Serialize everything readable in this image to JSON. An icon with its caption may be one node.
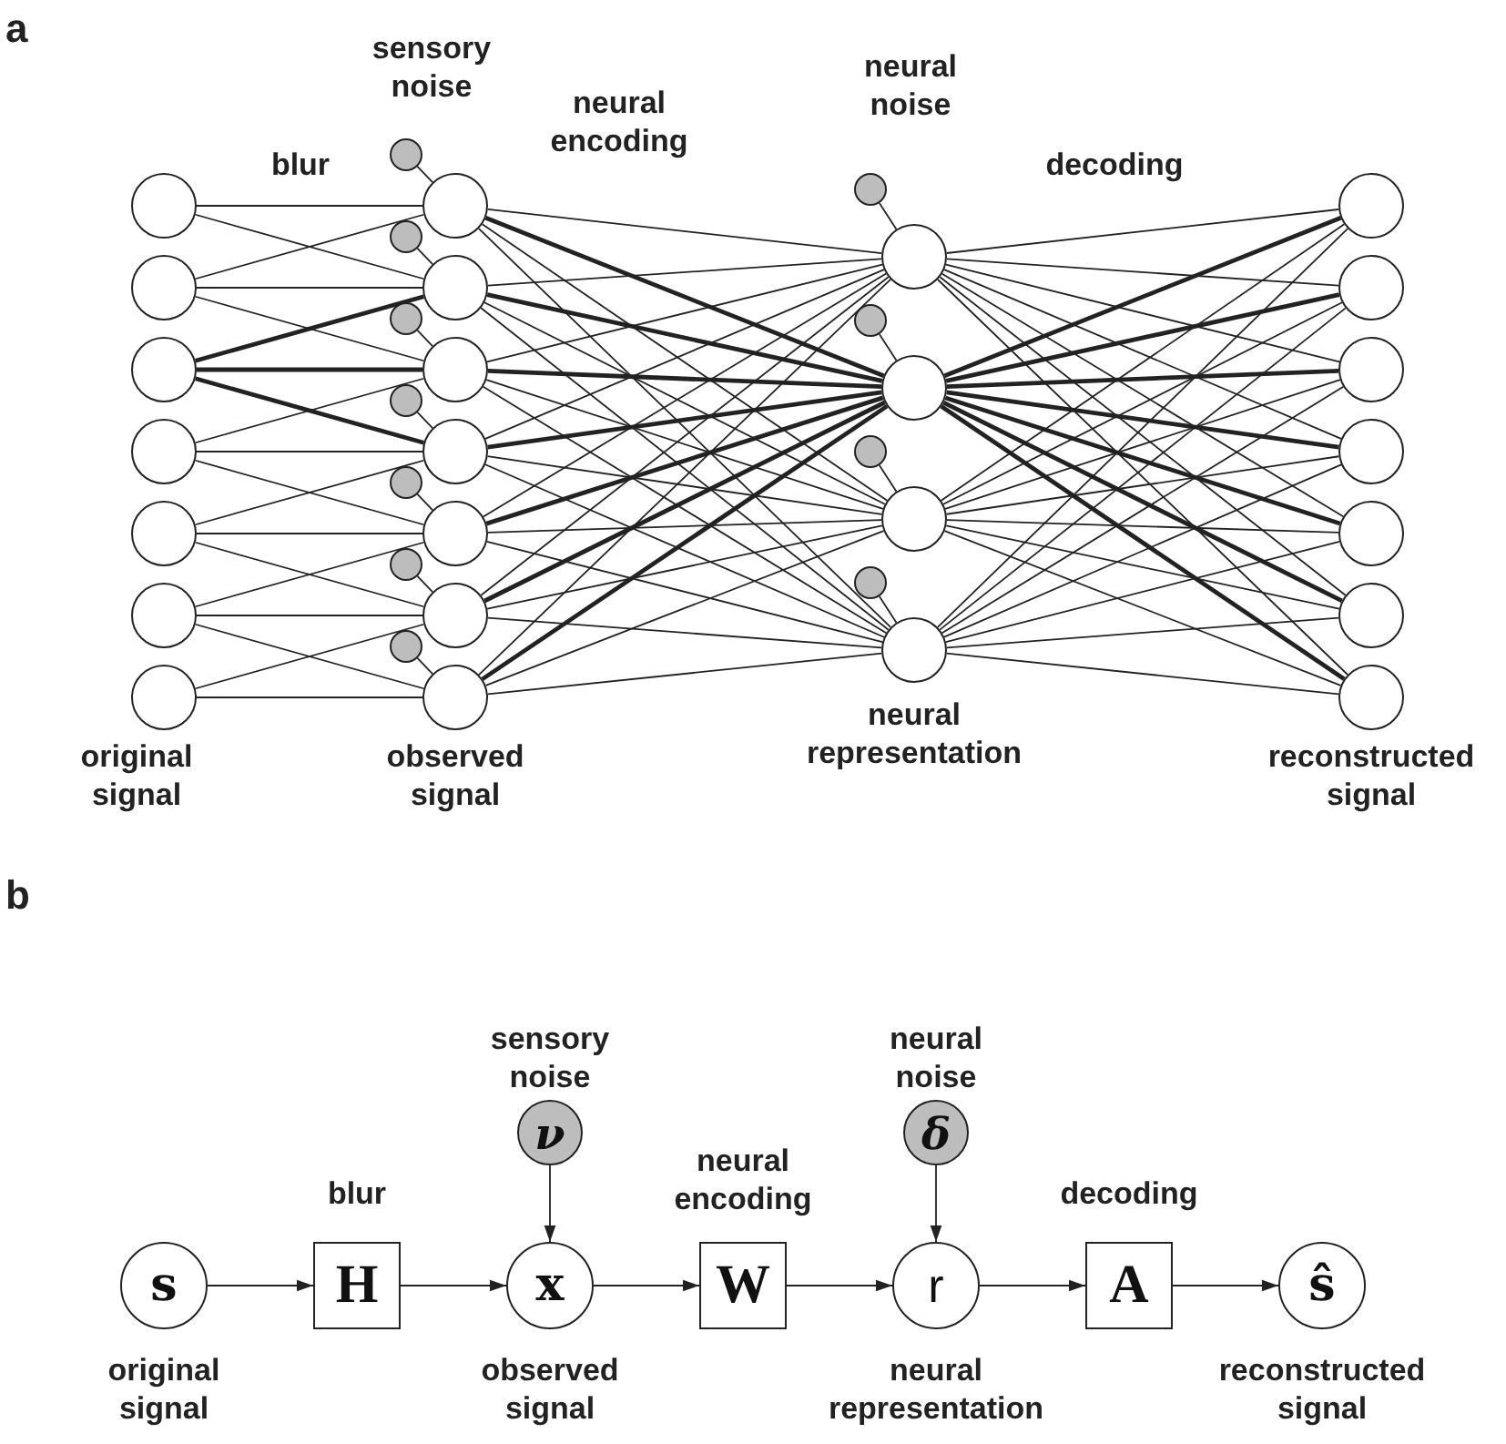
{
  "diagram": {
    "nodes": [
      {
        "text": [],
        "shape": "circle"
      },
      {
        "text": [],
        "shape": "circle"
      },
      {
        "text": [],
        "shape": "circle"
      },
      {
        "text": [],
        "shape": "circle"
      },
      {
        "text": [],
        "shape": "circle"
      },
      {
        "text": [],
        "shape": "circle"
      },
      {
        "text": [],
        "shape": "circle"
      },
      {
        "text": [],
        "shape": "circle"
      },
      {
        "text": [],
        "shape": "circle"
      },
      {
        "text": [],
        "shape": "circle"
      },
      {
        "text": [],
        "shape": "circle"
      },
      {
        "text": [],
        "shape": "circle"
      },
      {
        "text": [],
        "shape": "circle"
      },
      {
        "text": [],
        "shape": "circle"
      },
      {
        "text": [],
        "shape": "circle"
      },
      {
        "text": [],
        "shape": "circle"
      },
      {
        "text": [],
        "shape": "circle"
      },
      {
        "text": [],
        "shape": "circle"
      },
      {
        "text": [],
        "shape": "circle"
      },
      {
        "text": [],
        "shape": "circle"
      },
      {
        "text": [],
        "shape": "circle"
      },
      {
        "text": [],
        "shape": "circle"
      },
      {
        "text": [],
        "shape": "circle"
      },
      {
        "text": [],
        "shape": "circle"
      },
      {
        "text": [],
        "shape": "circle"
      },
      {
        "text": [],
        "shape": "circle"
      },
      {
        "text": [],
        "shape": "circle"
      },
      {
        "text": [],
        "shape": "circle"
      },
      {
        "text": [],
        "shape": "circle"
      },
      {
        "text": [],
        "shape": "circle"
      },
      {
        "text": [],
        "shape": "circle"
      },
      {
        "text": [],
        "shape": "circle"
      },
      {
        "text": [],
        "shape": "circle"
      },
      {
        "text": [],
        "shape": "circle"
      },
      {
        "text": [],
        "shape": "circle"
      },
      {
        "text": [],
        "shape": "circle"
      },
      {
        "text": [
          "s"
        ],
        "beside": [
          "original signal"
        ]
      },
      {
        "text": [
          "H"
        ],
        "beside": [
          "blur"
        ]
      },
      {
        "text": [
          "ν"
        ],
        "beside": [
          "sensory noise"
        ]
      },
      {
        "text": [
          "x"
        ],
        "beside": [
          "observed signal"
        ]
      },
      {
        "text": [
          "W"
        ],
        "beside": [
          "neural encoding"
        ]
      },
      {
        "text": [
          "δ"
        ],
        "beside": [
          "neural noise"
        ]
      },
      {
        "text": [
          "r"
        ],
        "beside": [
          "neural representation"
        ]
      },
      {
        "text": [
          "A"
        ],
        "beside": [
          "decoding"
        ]
      },
      {
        "text": [
          "ŝ"
        ],
        "beside": [
          "reconstructed signal"
        ]
      }
    ],
    "edges": [
      {
        "from": 0,
        "to": 14,
        "arrow": "none"
      },
      {
        "from": 0,
        "to": 15,
        "arrow": "none"
      },
      {
        "from": 1,
        "to": 14,
        "arrow": "none"
      },
      {
        "from": 1,
        "to": 15,
        "arrow": "none"
      },
      {
        "from": 1,
        "to": 16,
        "arrow": "none"
      },
      {
        "from": 2,
        "to": 15,
        "arrow": "none",
        "style": "thick"
      },
      {
        "from": 2,
        "to": 16,
        "arrow": "none",
        "style": "thick"
      },
      {
        "from": 2,
        "to": 17,
        "arrow": "none",
        "style": "thick"
      },
      {
        "from": 3,
        "to": 16,
        "arrow": "none"
      },
      {
        "from": 3,
        "to": 17,
        "arrow": "none"
      },
      {
        "from": 3,
        "to": 18,
        "arrow": "none"
      },
      {
        "from": 4,
        "to": 17,
        "arrow": "none"
      },
      {
        "from": 4,
        "to": 18,
        "arrow": "none"
      },
      {
        "from": 4,
        "to": 19,
        "arrow": "none"
      },
      {
        "from": 5,
        "to": 18,
        "arrow": "none"
      },
      {
        "from": 5,
        "to": 19,
        "arrow": "none"
      },
      {
        "from": 5,
        "to": 20,
        "arrow": "none"
      },
      {
        "from": 6,
        "to": 19,
        "arrow": "none"
      },
      {
        "from": 6,
        "to": 20,
        "arrow": "none"
      },
      {
        "from": 7,
        "to": 14,
        "arrow": "none"
      },
      {
        "from": 8,
        "to": 15,
        "arrow": "none"
      },
      {
        "from": 9,
        "to": 16,
        "arrow": "none"
      },
      {
        "from": 10,
        "to": 17,
        "arrow": "none"
      },
      {
        "from": 11,
        "to": 18,
        "arrow": "none"
      },
      {
        "from": 12,
        "to": 19,
        "arrow": "none"
      },
      {
        "from": 13,
        "to": 20,
        "arrow": "none"
      },
      {
        "from": 21,
        "to": 25,
        "arrow": "none"
      },
      {
        "from": 22,
        "to": 26,
        "arrow": "none"
      },
      {
        "from": 23,
        "to": 27,
        "arrow": "none"
      },
      {
        "from": 24,
        "to": 28,
        "arrow": "none"
      },
      {
        "from": 14,
        "to": 25,
        "arrow": "none"
      },
      {
        "from": 14,
        "to": 26,
        "arrow": "none",
        "style": "thick"
      },
      {
        "from": 14,
        "to": 27,
        "arrow": "none"
      },
      {
        "from": 14,
        "to": 28,
        "arrow": "none"
      },
      {
        "from": 15,
        "to": 25,
        "arrow": "none"
      },
      {
        "from": 15,
        "to": 26,
        "arrow": "none",
        "style": "thick"
      },
      {
        "from": 15,
        "to": 27,
        "arrow": "none"
      },
      {
        "from": 15,
        "to": 28,
        "arrow": "none"
      },
      {
        "from": 16,
        "to": 25,
        "arrow": "none"
      },
      {
        "from": 16,
        "to": 26,
        "arrow": "none",
        "style": "thick"
      },
      {
        "from": 16,
        "to": 27,
        "arrow": "none"
      },
      {
        "from": 16,
        "to": 28,
        "arrow": "none"
      },
      {
        "from": 17,
        "to": 25,
        "arrow": "none"
      },
      {
        "from": 17,
        "to": 26,
        "arrow": "none",
        "style": "thick"
      },
      {
        "from": 17,
        "to": 27,
        "arrow": "none"
      },
      {
        "from": 17,
        "to": 28,
        "arrow": "none"
      },
      {
        "from": 18,
        "to": 25,
        "arrow": "none"
      },
      {
        "from": 18,
        "to": 26,
        "arrow": "none",
        "style": "thick"
      },
      {
        "from": 18,
        "to": 27,
        "arrow": "none"
      },
      {
        "from": 18,
        "to": 28,
        "arrow": "none"
      },
      {
        "from": 19,
        "to": 25,
        "arrow": "none"
      },
      {
        "from": 19,
        "to": 26,
        "arrow": "none",
        "style": "thick"
      },
      {
        "from": 19,
        "to": 27,
        "arrow": "none"
      },
      {
        "from": 19,
        "to": 28,
        "arrow": "none"
      },
      {
        "from": 20,
        "to": 25,
        "arrow": "none"
      },
      {
        "from": 20,
        "to": 26,
        "arrow": "none",
        "style": "thick"
      },
      {
        "from": 20,
        "to": 27,
        "arrow": "none"
      },
      {
        "from": 20,
        "to": 28,
        "arrow": "none"
      },
      {
        "from": 25,
        "to": 29,
        "arrow": "none"
      },
      {
        "from": 25,
        "to": 30,
        "arrow": "none"
      },
      {
        "from": 25,
        "to": 31,
        "arrow": "none"
      },
      {
        "from": 25,
        "to": 32,
        "arrow": "none"
      },
      {
        "from": 25,
        "to": 33,
        "arrow": "none"
      },
      {
        "from": 25,
        "to": 34,
        "arrow": "none"
      },
      {
        "from": 25,
        "to": 35,
        "arrow": "none"
      },
      {
        "from": 26,
        "to": 29,
        "arrow": "none",
        "style": "thick"
      },
      {
        "from": 26,
        "to": 30,
        "arrow": "none",
        "style": "thick"
      },
      {
        "from": 26,
        "to": 31,
        "arrow": "none",
        "style": "thick"
      },
      {
        "from": 26,
        "to": 32,
        "arrow": "none",
        "style": "thick"
      },
      {
        "from": 26,
        "to": 33,
        "arrow": "none",
        "style": "thick"
      },
      {
        "from": 26,
        "to": 34,
        "arrow": "none",
        "style": "thick"
      },
      {
        "from": 26,
        "to": 35,
        "arrow": "none",
        "style": "thick"
      },
      {
        "from": 27,
        "to": 29,
        "arrow": "none"
      },
      {
        "from": 27,
        "to": 30,
        "arrow": "none"
      },
      {
        "from": 27,
        "to": 31,
        "arrow": "none"
      },
      {
        "from": 27,
        "to": 32,
        "arrow": "none"
      },
      {
        "from": 27,
        "to": 33,
        "arrow": "none"
      },
      {
        "from": 27,
        "to": 34,
        "arrow": "none"
      },
      {
        "from": 27,
        "to": 35,
        "arrow": "none"
      },
      {
        "from": 28,
        "to": 29,
        "arrow": "none"
      },
      {
        "from": 28,
        "to": 30,
        "arrow": "none"
      },
      {
        "from": 28,
        "to": 31,
        "arrow": "none"
      },
      {
        "from": 28,
        "to": 32,
        "arrow": "none"
      },
      {
        "from": 28,
        "to": 33,
        "arrow": "none"
      },
      {
        "from": 28,
        "to": 34,
        "arrow": "none"
      },
      {
        "from": 28,
        "to": 35,
        "arrow": "none"
      },
      {
        "from": 36,
        "to": 37,
        "arrow": "to"
      },
      {
        "from": 37,
        "to": 39,
        "arrow": "to"
      },
      {
        "from": 38,
        "to": 39,
        "arrow": "to"
      },
      {
        "from": 39,
        "to": 40,
        "arrow": "to"
      },
      {
        "from": 40,
        "to": 42,
        "arrow": "to"
      },
      {
        "from": 41,
        "to": 42,
        "arrow": "to"
      },
      {
        "from": 42,
        "to": 43,
        "arrow": "to"
      },
      {
        "from": 43,
        "to": 44,
        "arrow": "to"
      }
    ],
    "labels": [
      "a",
      "sensory noise",
      "neural noise",
      "neural encoding",
      "blur",
      "decoding",
      "original signal",
      "observed signal",
      "neural representation",
      "reconstructed signal",
      "b"
    ]
  }
}
